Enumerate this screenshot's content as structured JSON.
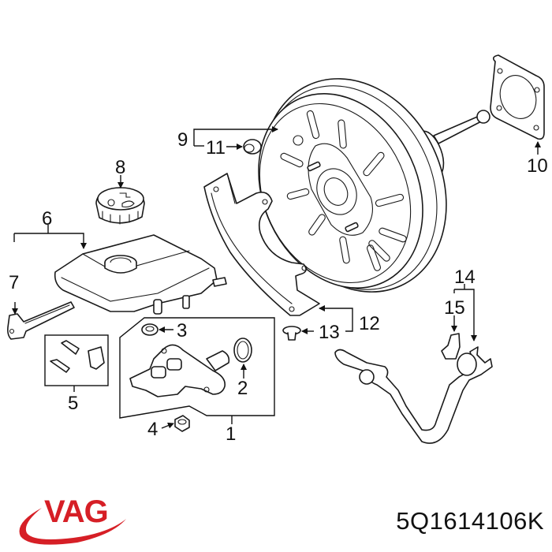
{
  "diagram": {
    "type": "exploded-parts-diagram",
    "subject": "brake master cylinder and vacuum brake booster assembly",
    "callouts": [
      {
        "id": "1",
        "label": "1",
        "part": "master-cylinder"
      },
      {
        "id": "2",
        "label": "2",
        "part": "o-ring-seal"
      },
      {
        "id": "3",
        "label": "3",
        "part": "reservoir-grommet"
      },
      {
        "id": "4",
        "label": "4",
        "part": "nut"
      },
      {
        "id": "5",
        "label": "5",
        "part": "sensor-kit"
      },
      {
        "id": "6",
        "label": "6",
        "part": "fluid-reservoir"
      },
      {
        "id": "7",
        "label": "7",
        "part": "reservoir-bracket"
      },
      {
        "id": "8",
        "label": "8",
        "part": "reservoir-cap"
      },
      {
        "id": "9",
        "label": "9",
        "part": "brake-booster"
      },
      {
        "id": "10",
        "label": "10",
        "part": "booster-gasket"
      },
      {
        "id": "11",
        "label": "11",
        "part": "check-valve-grommet"
      },
      {
        "id": "12",
        "label": "12",
        "part": "heat-shield"
      },
      {
        "id": "13",
        "label": "13",
        "part": "shield-fastener"
      },
      {
        "id": "14",
        "label": "14",
        "part": "vacuum-hose"
      },
      {
        "id": "15",
        "label": "15",
        "part": "check-valve"
      }
    ]
  },
  "brand": {
    "logo_text": "VAG",
    "logo_color": "#d61f26"
  },
  "part_number": "5Q1614106K"
}
